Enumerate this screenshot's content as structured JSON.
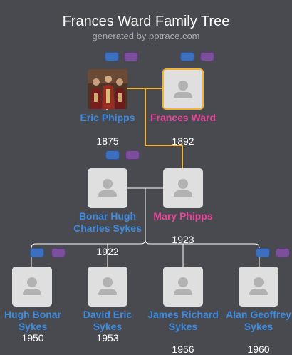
{
  "header": {
    "title": "Frances Ward Family Tree",
    "subtitle": "generated by pptrace.com"
  },
  "colors": {
    "background": "#484a4f",
    "male": "#3f8be0",
    "female": "#e8449a",
    "highlight_line": "#efb43a",
    "line": "#ffffff"
  },
  "people": {
    "eric": {
      "name": "Eric Phipps",
      "year": "1875"
    },
    "frances": {
      "name": "Frances Ward",
      "year": "1892"
    },
    "bonar": {
      "name": "Bonar Hugh Charles Sykes",
      "year": "1922"
    },
    "mary": {
      "name": "Mary Phipps",
      "year": "1923"
    },
    "hugh": {
      "name": "Hugh Bonar Sykes",
      "year": "1950"
    },
    "david": {
      "name": "David Eric Sykes",
      "year": "1953"
    },
    "james": {
      "name": "James Richard Sykes",
      "year": "1956"
    },
    "alan": {
      "name": "Alan Geoffrey Sykes",
      "year": "1960"
    }
  },
  "icons": {
    "placeholder": "person-silhouette-icon",
    "photo": "portrait-photo",
    "link_badge_1": "blue-tag-icon",
    "link_badge_2": "purple-tag-icon"
  }
}
